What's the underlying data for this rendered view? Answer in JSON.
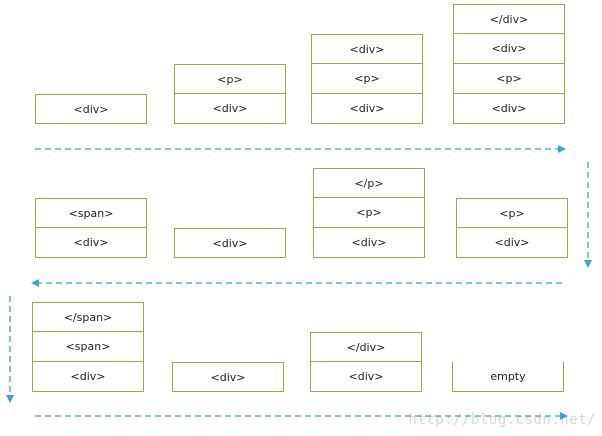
{
  "rows": [
    [
      [
        "<div>"
      ],
      [
        "<p>",
        "<div>"
      ],
      [
        "<div>",
        "<p>",
        "<div>"
      ],
      [
        "</div>",
        "<div>",
        "<p>",
        "<div>"
      ]
    ],
    [
      [
        "<span>",
        "<div>"
      ],
      [
        "<div>"
      ],
      [
        "</p>",
        "<p>",
        "<div>"
      ],
      [
        "<p>",
        "<div>"
      ]
    ],
    [
      [
        "</span>",
        "<span>",
        "<div>"
      ],
      [
        "<div>"
      ],
      [
        "</div>",
        "<div>"
      ],
      [
        "empty"
      ]
    ]
  ],
  "watermark": "http://blog.csdn.net/",
  "colors": {
    "box_border": "#8fb04a",
    "arrow": "#3aa7c9"
  }
}
